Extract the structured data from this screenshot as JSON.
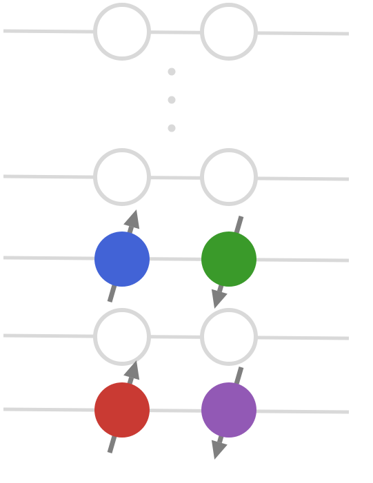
{
  "colors": {
    "line": "#d9d9d9",
    "empty_ring": "#d9d9d9",
    "empty_fill": "#ffffff",
    "arrow": "#7f7f7f",
    "dots": "#d9d9d9"
  },
  "levels": [
    {
      "id": "level-top",
      "left": "empty",
      "right": "empty"
    },
    {
      "id": "level-4",
      "left": "empty",
      "right": "empty"
    },
    {
      "id": "level-3",
      "left": "filled",
      "right": "filled"
    },
    {
      "id": "level-2",
      "left": "empty",
      "right": "empty"
    },
    {
      "id": "level-1",
      "left": "filled",
      "right": "filled"
    }
  ],
  "particles": [
    {
      "id": "blue",
      "level": "level-3",
      "side": "left",
      "color": "#4263d6",
      "spin": "up"
    },
    {
      "id": "green",
      "level": "level-3",
      "side": "right",
      "color": "#3a9a2a",
      "spin": "down"
    },
    {
      "id": "red",
      "level": "level-1",
      "side": "left",
      "color": "#c93a33",
      "spin": "up"
    },
    {
      "id": "purple",
      "level": "level-1",
      "side": "right",
      "color": "#9259b5",
      "spin": "down"
    }
  ],
  "ellipsis_dots": 3
}
